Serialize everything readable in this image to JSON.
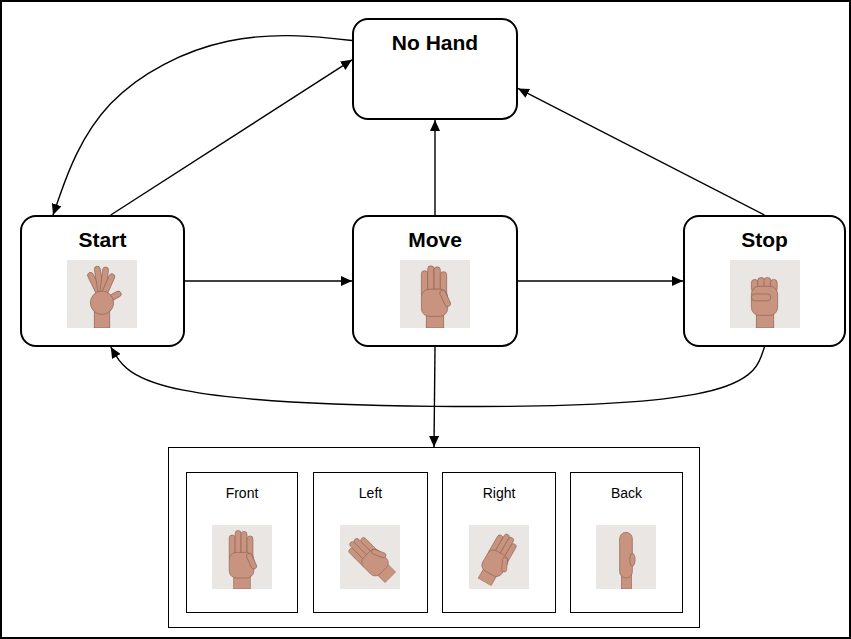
{
  "diagram": {
    "nodes": [
      {
        "text": [
          "No Hand"
        ]
      },
      {
        "text": [
          "Start"
        ]
      },
      {
        "text": [
          "Move"
        ]
      },
      {
        "text": [
          "Stop"
        ]
      },
      {
        "text": []
      },
      {
        "text": [
          "Front"
        ],
        "in": 4
      },
      {
        "text": [
          "Left"
        ],
        "in": 4
      },
      {
        "text": [
          "Right"
        ],
        "in": 4
      },
      {
        "text": [
          "Back"
        ],
        "in": 4
      }
    ],
    "edges": [
      {
        "from": 0,
        "to": 1,
        "arrow": "to"
      },
      {
        "from": 1,
        "to": 0,
        "arrow": "to"
      },
      {
        "from": 2,
        "to": 0,
        "arrow": "to"
      },
      {
        "from": 3,
        "to": 0,
        "arrow": "to"
      },
      {
        "from": 1,
        "to": 2,
        "arrow": "to"
      },
      {
        "from": 2,
        "to": 3,
        "arrow": "to"
      },
      {
        "from": 3,
        "to": 1,
        "arrow": "to"
      },
      {
        "from": 2,
        "to": 4,
        "arrow": "to"
      }
    ]
  }
}
